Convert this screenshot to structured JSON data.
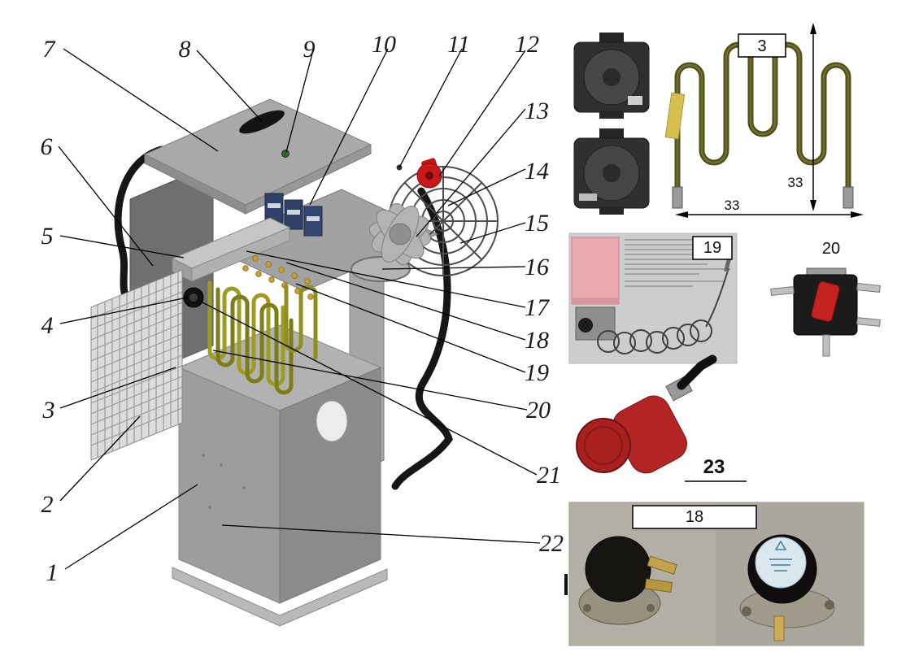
{
  "diagram": {
    "callouts": [
      "1",
      "2",
      "3",
      "4",
      "5",
      "6",
      "7",
      "8",
      "9",
      "10",
      "11",
      "12",
      "13",
      "14",
      "15",
      "16",
      "17",
      "18",
      "19",
      "20",
      "21",
      "22"
    ]
  },
  "photos": {
    "heating_element": {
      "label": "3",
      "width_dim": "33",
      "height_dim": "33"
    },
    "thermostat_capillary": {
      "label": "19"
    },
    "rotary_switch": {
      "label": "20"
    },
    "power_plug": {
      "label": "23"
    },
    "safety_thermostats": {
      "label": "18"
    }
  }
}
